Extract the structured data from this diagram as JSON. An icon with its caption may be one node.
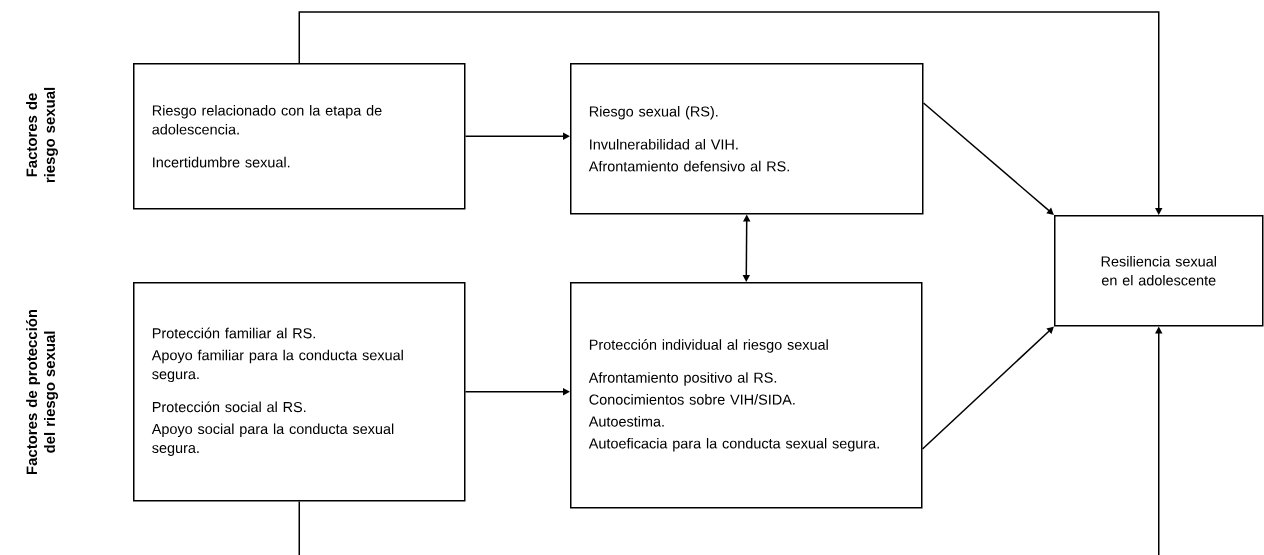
{
  "diagram": {
    "nodes": [
      {
        "text": [
          "Riesgo relacionado con la etapa de adolescencia.",
          "Incertidumbre sexual."
        ]
      },
      {
        "text": [
          "Riesgo sexual (RS).",
          "Invulnerabilidad al VIH.",
          "Afrontamiento defensivo al RS."
        ]
      },
      {
        "text": [
          "Protección familiar al RS.",
          "Apoyo familiar para la conducta sexual segura.",
          "Protección social al RS.",
          "Apoyo social para la conducta sexual segura."
        ]
      },
      {
        "text": [
          "Protección individual al riesgo sexual",
          "Afrontamiento positivo al RS.",
          "Conocimientos sobre VIH/SIDA.",
          "Autoestima.",
          "Autoeficacia para la conducta sexual segura."
        ]
      },
      {
        "text": [
          "Resiliencia sexual en el adolescente"
        ]
      }
    ],
    "edges": [
      {
        "from": 0,
        "to": 1,
        "arrow": "to"
      },
      {
        "from": 1,
        "to": 4,
        "arrow": "to"
      },
      {
        "from": 1,
        "to": 3,
        "arrow": "both"
      },
      {
        "from": 2,
        "to": 3,
        "arrow": "to"
      },
      {
        "from": 3,
        "to": 4,
        "arrow": "to"
      },
      {
        "from": 0,
        "to": 4,
        "arrow": "to"
      },
      {
        "from": 2,
        "to": 4,
        "arrow": "to"
      }
    ],
    "labels": [
      "Factores de riesgo sexual",
      "Factores de protección del riesgo sexual"
    ]
  }
}
